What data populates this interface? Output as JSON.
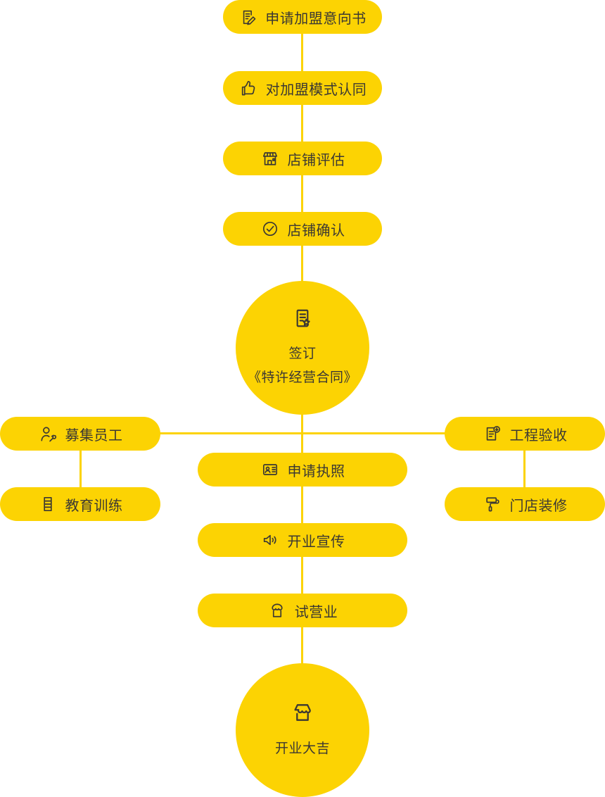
{
  "colors": {
    "accent": "#FCD303",
    "node_text": "#3B3833",
    "background": "#FFFFFF"
  },
  "flowchart": {
    "description": "franchise joining process flow",
    "nodes": {
      "apply_letter": {
        "label": "申请加盟意向书",
        "icon": "document-edit-icon"
      },
      "model_agreement": {
        "label": "对加盟模式认同",
        "icon": "thumbs-up-icon"
      },
      "store_evaluation": {
        "label": "店铺评估",
        "icon": "storefront-icon"
      },
      "store_confirmation": {
        "label": "店铺确认",
        "icon": "check-circle-icon"
      },
      "sign_contract": {
        "lines": [
          "签订",
          "《特许经营合同》"
        ],
        "icon": "contract-star-icon"
      },
      "recruit_staff": {
        "label": "募集员工",
        "icon": "person-wrench-icon"
      },
      "project_acceptance": {
        "label": "工程验收",
        "icon": "document-badge-icon"
      },
      "apply_license": {
        "label": "申请执照",
        "icon": "id-card-icon"
      },
      "education_training": {
        "label": "教育训练",
        "icon": "notebook-icon"
      },
      "store_decoration": {
        "label": "门店装修",
        "icon": "paint-roller-icon"
      },
      "opening_promotion": {
        "label": "开业宣传",
        "icon": "speaker-icon"
      },
      "trial_operation": {
        "label": "试营业",
        "icon": "shop-dome-icon"
      },
      "grand_opening": {
        "label": "开业大吉",
        "icon": "shop-awning-icon"
      }
    }
  }
}
